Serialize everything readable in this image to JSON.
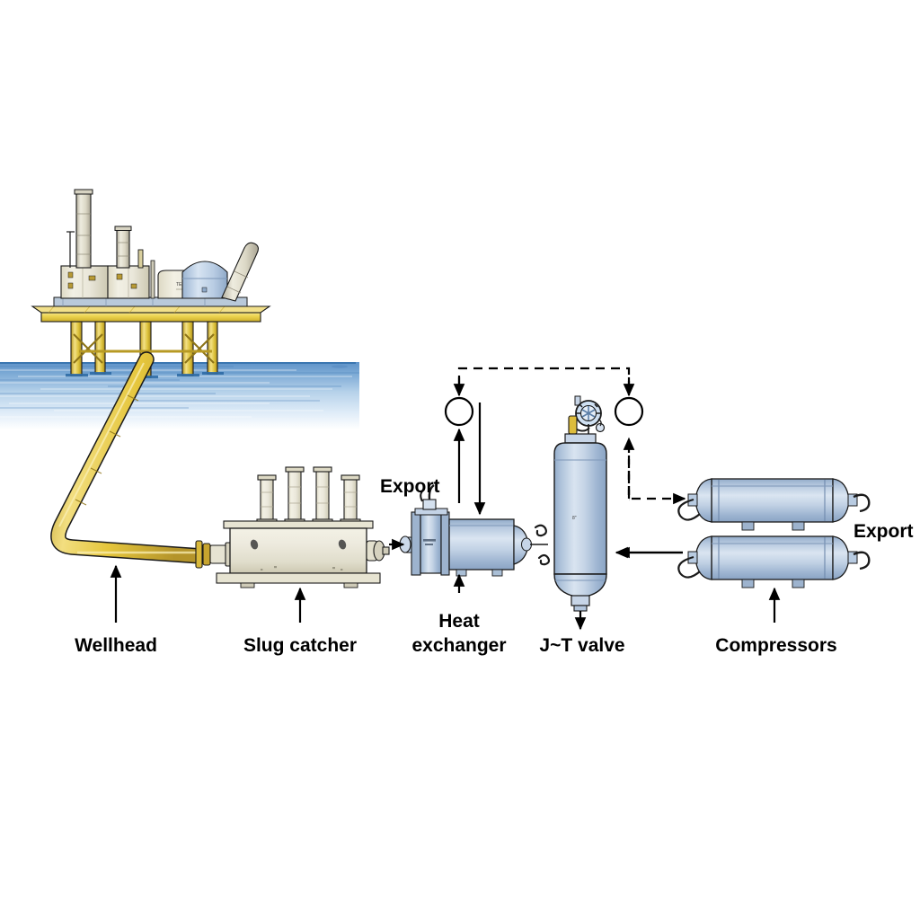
{
  "diagram": {
    "title": "Offshore gas production and processing flow diagram",
    "background_color": "#ffffff",
    "labels": {
      "wellhead": "Wellhead",
      "slug_catcher": "Slug catcher",
      "heat_exchanger_line1": "Heat",
      "heat_exchanger_line2": "exchanger",
      "jt_valve": "J~T valve",
      "compressors": "Compressors",
      "export_left": "Export",
      "export_right": "Export"
    },
    "colors": {
      "sea_blue": "#5e93c9",
      "sea_light": "#cfe2f3",
      "platform_yellow": "#e8c93f",
      "pipeline_gold": "#e9c84a",
      "vessel_steel_light": "#d6e2ef",
      "vessel_steel_mid": "#a9bfd8",
      "vessel_steel_dark": "#7e99bb",
      "slug_cream": "#ecead9",
      "slug_cream_dark": "#c9c5ae",
      "outline": "#1a1a1a",
      "arrow": "#000000"
    },
    "equipment": [
      {
        "name": "offshore-platform",
        "kind": "platform"
      },
      {
        "name": "subsea-pipeline",
        "kind": "pipeline"
      },
      {
        "name": "slug-catcher",
        "kind": "horizontal-vessel",
        "risers": 4
      },
      {
        "name": "heat-exchanger",
        "kind": "shell-and-tube"
      },
      {
        "name": "jt-valve-vessel",
        "kind": "vertical-vessel"
      },
      {
        "name": "compressor-upper",
        "kind": "horizontal-cylinder"
      },
      {
        "name": "compressor-lower",
        "kind": "horizontal-cylinder"
      }
    ],
    "flow_markers": {
      "recycle_loop": "dashed",
      "circle_nodes": 2
    }
  }
}
